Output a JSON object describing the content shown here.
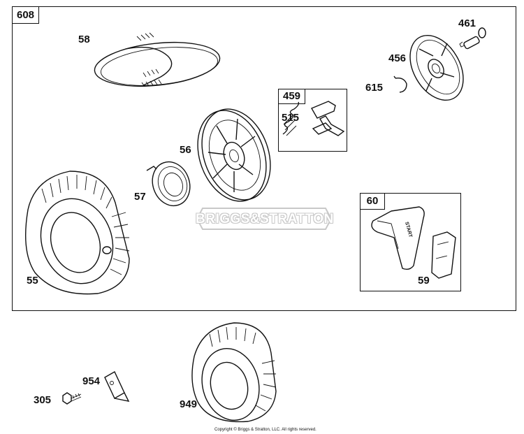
{
  "diagram": {
    "main_group_label": "608",
    "subgroup_459_label": "459",
    "subgroup_60_label": "60",
    "parts": {
      "p58": "58",
      "p461": "461",
      "p456": "456",
      "p615": "615",
      "p515": "515",
      "p56": "56",
      "p57": "57",
      "p55": "55",
      "p59": "59",
      "p954": "954",
      "p305": "305",
      "p949": "949"
    },
    "watermark": "BRIGGS&STRATTON",
    "handle_text": "START",
    "copyright": "Copyright © Briggs & Stratton, LLC. All rights reserved."
  }
}
